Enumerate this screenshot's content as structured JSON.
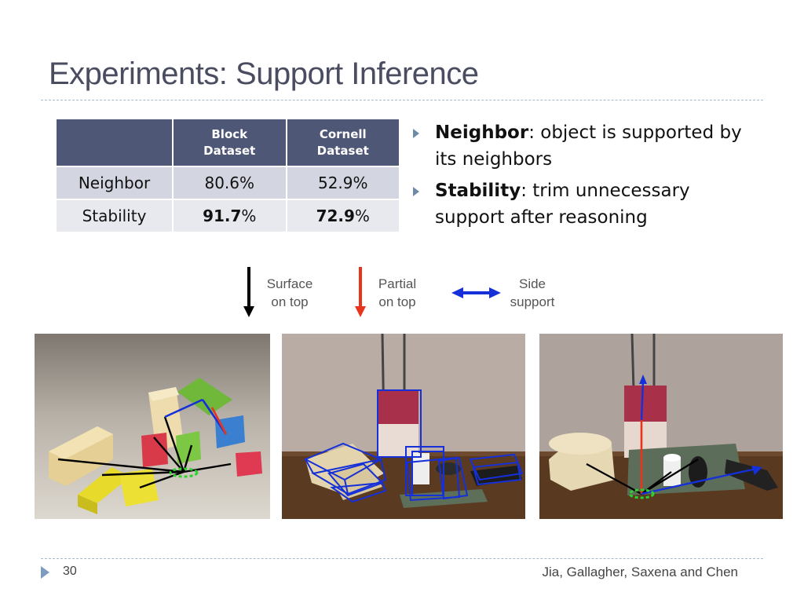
{
  "slide": {
    "title": "Experiments: Support Inference",
    "page_number": "30",
    "authors": "Jia, Gallagher, Saxena and Chen"
  },
  "table": {
    "headers": [
      "",
      "Block\nDataset",
      "Cornell\nDataset"
    ],
    "rows": [
      {
        "label": "Neighbor",
        "block": "80.6%",
        "cornell": "52.9%"
      },
      {
        "label": "Stability",
        "block_bold": "91.7",
        "block_rest": "%",
        "cornell_bold": "72.9",
        "cornell_rest": "%"
      }
    ]
  },
  "bullets": [
    {
      "term": "Neighbor",
      "text": ": object is supported by its neighbors"
    },
    {
      "term": "Stability",
      "text": ": trim unnecessary support after reasoning"
    }
  ],
  "legend": [
    {
      "line1": "Surface",
      "line2": "on top",
      "color": "#000000",
      "icon": "down-arrow-icon"
    },
    {
      "line1": "Partial",
      "line2": "on top",
      "color": "#e8341c",
      "icon": "down-arrow-icon"
    },
    {
      "line1": "Side",
      "line2": "support",
      "color": "#1530d8",
      "icon": "double-arrow-icon"
    }
  ],
  "colors": {
    "title": "#4a4c60",
    "table_header": "#4f5777",
    "row_odd": "#d3d6e1",
    "row_even": "#e8e9ef",
    "bullet_marker": "#6f8aa8"
  }
}
